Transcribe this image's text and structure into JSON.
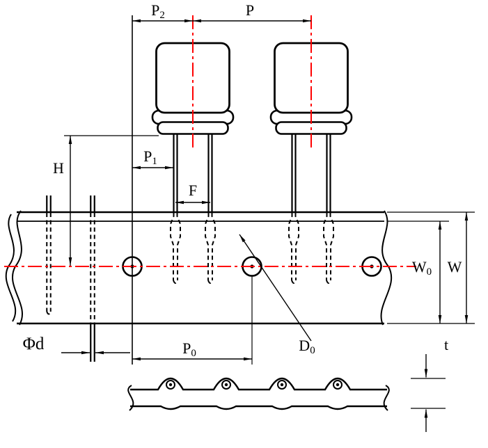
{
  "diagram": {
    "type": "technical-dimension-drawing",
    "colors": {
      "outline": "#000000",
      "centerline": "#ff0000",
      "background": "#ffffff"
    },
    "labels": {
      "p2": {
        "main": "P",
        "sub": "2"
      },
      "p": {
        "main": "P",
        "sub": ""
      },
      "p1": {
        "main": "P",
        "sub": "1"
      },
      "h": {
        "main": "H",
        "sub": ""
      },
      "f": {
        "main": "F",
        "sub": ""
      },
      "w0": {
        "main": "W",
        "sub": "0"
      },
      "w": {
        "main": "W",
        "sub": ""
      },
      "phid": {
        "main": "Φd",
        "sub": ""
      },
      "p0": {
        "main": "P",
        "sub": "0"
      },
      "d0": {
        "main": "D",
        "sub": "0"
      },
      "t": {
        "main": "t",
        "sub": ""
      }
    }
  }
}
